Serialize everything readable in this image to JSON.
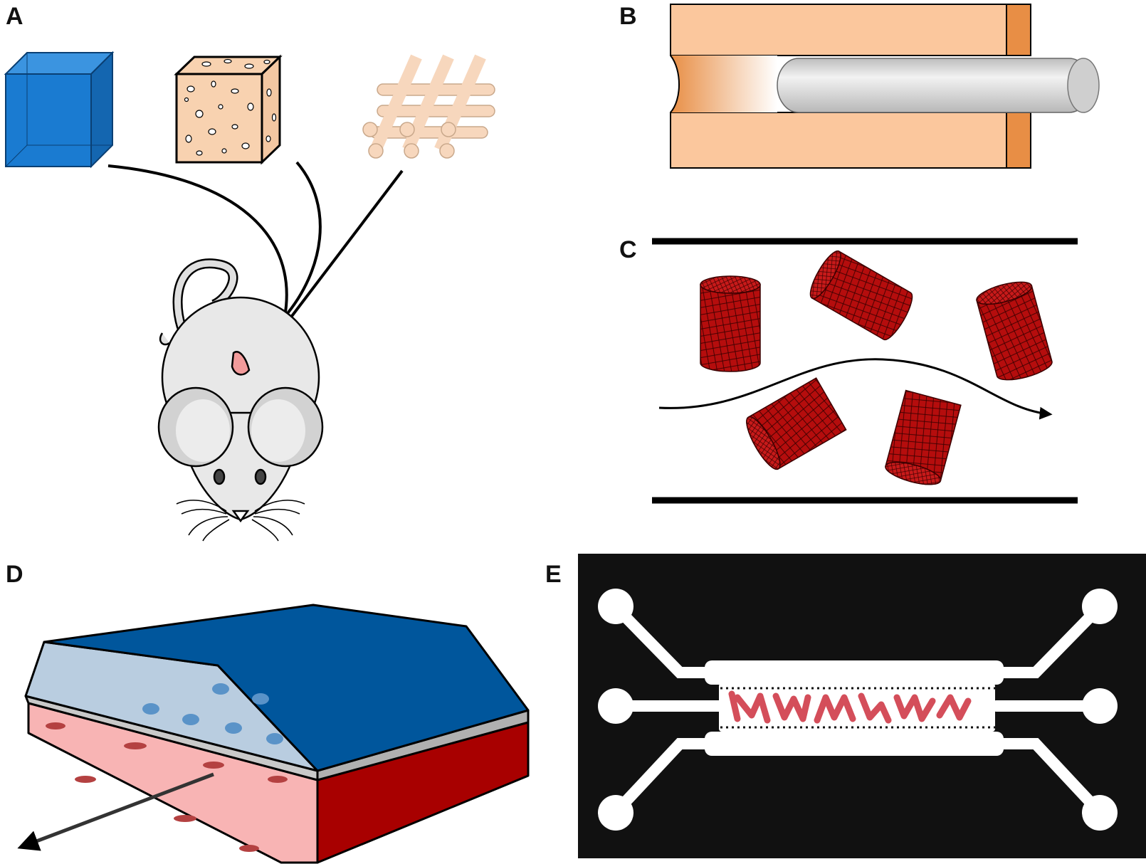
{
  "panels": {
    "a": {
      "label": "A"
    },
    "b": {
      "label": "B"
    },
    "c": {
      "label": "C"
    },
    "d": {
      "label": "D"
    },
    "e": {
      "label": "E"
    }
  },
  "colors": {
    "hydrogel_blue": "#1a7bd1",
    "sponge_peach": "#f8d2b0",
    "fiber_peach": "#f7d7bd",
    "tube_orange": "#fbc79d",
    "tube_dark_orange": "#e88e45",
    "rod_grey": "#d9d9d9",
    "microcarrier_red": "#b50d0d",
    "device_blue": "#00569c",
    "tissue_pink": "#f8b4b4",
    "tissue_dark_red": "#a80000",
    "chip_black": "#111111",
    "vessel_red": "#d44e5a"
  },
  "icons": [
    "hydrogel-cube-icon",
    "porous-sponge-icon",
    "fiber-scaffold-icon",
    "mouse-icon",
    "syringe-rod-icon",
    "microcarrier-icon",
    "membrane-device-icon",
    "microfluidic-chip-icon"
  ]
}
